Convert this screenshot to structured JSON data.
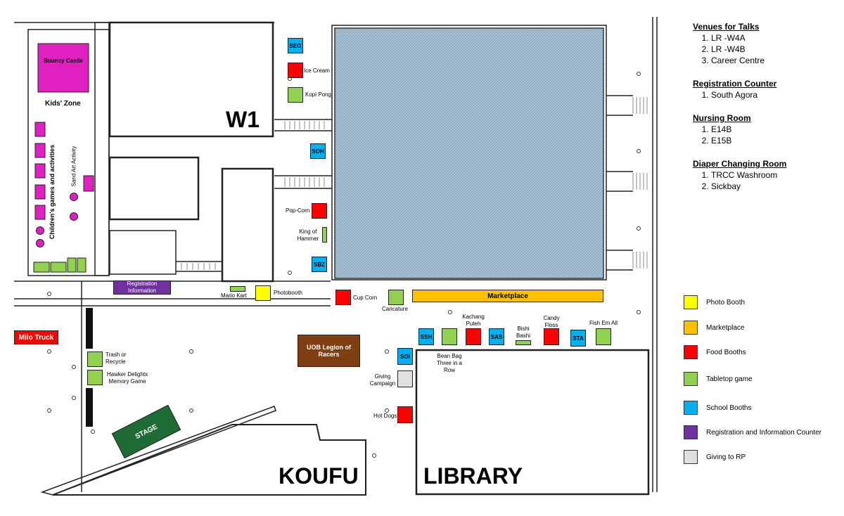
{
  "map": {
    "buildings": {
      "w1": "W1",
      "koufu": "KOUFU",
      "library": "LIBRARY"
    },
    "areas": {
      "bouncy_castle": "Bouncy Castle",
      "kids_zone": "Kids' Zone",
      "childrens_games": "Children's games and activities",
      "sand_art": "Sand Art Activity",
      "registration_information": "Registration Information",
      "milo_truck": "Milo Truck",
      "stage": "STAGE",
      "uob_racers": "UOB Legion of Racers",
      "marketplace": "Marketplace"
    },
    "booths": {
      "seg": "SEG",
      "soh": "SOH",
      "sbz": "SBZ",
      "ssh": "SSH",
      "sas": "SAS",
      "sta": "STA",
      "soi": "SOI"
    },
    "labels": {
      "ice_cream": "Ice Cream",
      "kopi_pong": "Kopi Pong",
      "pop_corn": "Pop-Corn",
      "king_of_hammer": "King of Hammer",
      "mario_kart": "Mario Kart",
      "photobooth": "Photobooth",
      "cup_corn": "Cup Corn",
      "caricature": "Caricature",
      "kachang_puteh": "Kachang Puteh",
      "bishi_bashi": "Bishi Bashi",
      "candy_floss": "Candy Floss",
      "fish_em_all": "Fish Em All",
      "bean_bag": "Bean Bag Three in a Row",
      "giving_campaign": "Giving Campaign",
      "hot_dogs": "Hot Dogs",
      "trash_recycle": "Trash or Recycle",
      "hawker_delights": "Hawker Delights Memory Game"
    }
  },
  "sidebar": {
    "sections": [
      {
        "title": "Venues for Talks",
        "items": [
          "LR -W4A",
          "LR -W4B",
          "Career Centre"
        ]
      },
      {
        "title": "Registration Counter",
        "items": [
          "South Agora"
        ]
      },
      {
        "title": "Nursing Room",
        "items": [
          "E14B",
          "E15B"
        ]
      },
      {
        "title": "Diaper Changing Room",
        "items": [
          "TRCC Washroom",
          "Sickbay"
        ]
      }
    ]
  },
  "legend": {
    "items": [
      {
        "label": "Photo Booth",
        "color": "#ffff00"
      },
      {
        "label": "Marketplace",
        "color": "#ffc000"
      },
      {
        "label": "Food Booths",
        "color": "#ff0000"
      },
      {
        "label": "Tabletop game",
        "color": "#92d050"
      },
      {
        "label": "School Booths",
        "color": "#00b0f0"
      },
      {
        "label": "Registration and Information Counter",
        "color": "#7030a0"
      },
      {
        "label": "Giving to RP",
        "color": "#e0e0e0"
      }
    ]
  },
  "colors": {
    "food": "#ff0000",
    "tabletop": "#92d050",
    "school": "#00b0f0",
    "kids": "#e020c0",
    "registration": "#7030a0",
    "stage": "#1e6b35",
    "uob": "#7f3f12",
    "giving": "#e0e0e0",
    "marketplace": "#ffc000",
    "photo": "#ffff00",
    "hall": "#a9c2d6"
  }
}
